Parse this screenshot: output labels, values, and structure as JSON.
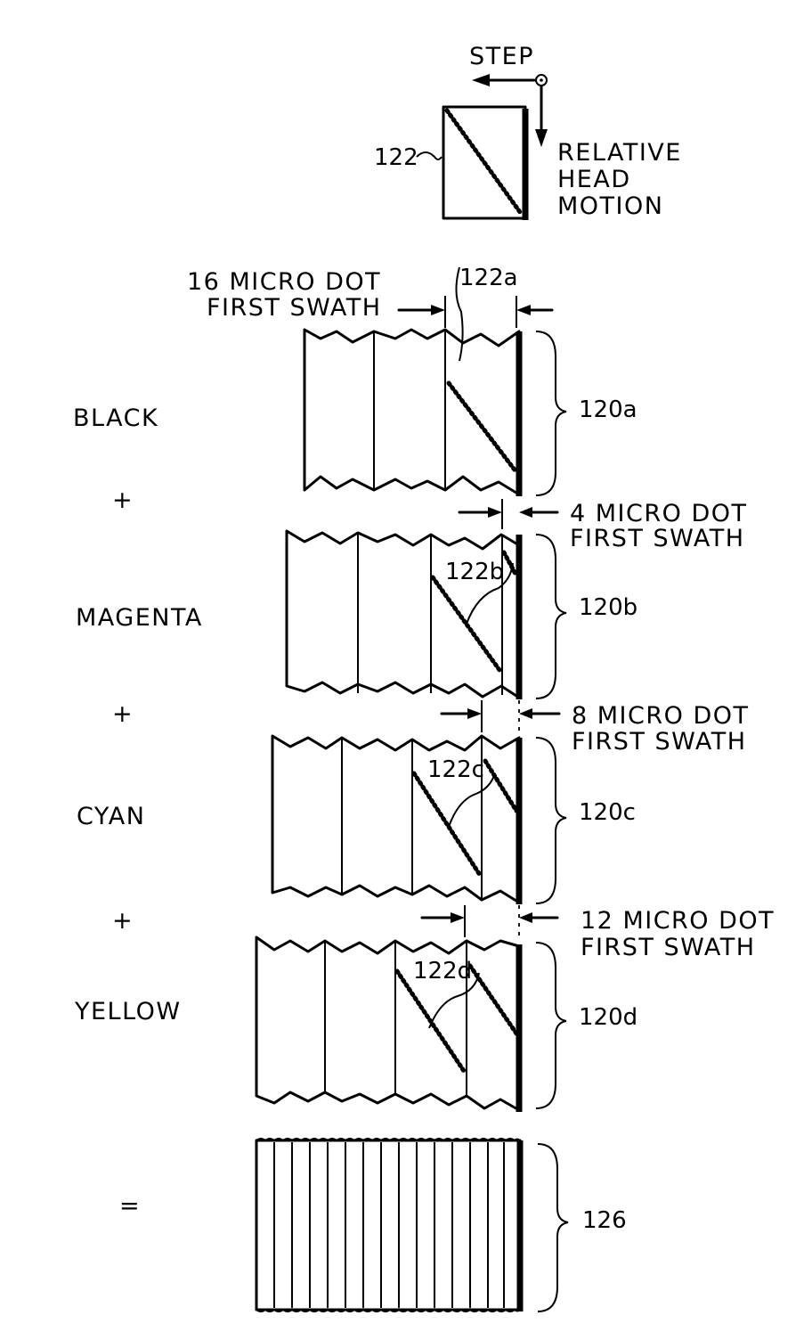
{
  "header": {
    "step_label": "STEP",
    "relative_head_motion_lines": [
      "RELATIVE",
      "HEAD",
      "MOTION"
    ],
    "head_ref": "122"
  },
  "swaths": [
    {
      "color_name": "BLACK",
      "sheet_ref": "120a",
      "swath_ref": "122a",
      "offset_lines": [
        "16 MICRO DOT",
        "FIRST SWATH"
      ]
    },
    {
      "color_name": "MAGENTA",
      "sheet_ref": "120b",
      "swath_ref": "122b",
      "offset_lines": [
        "4 MICRO DOT",
        "FIRST SWATH"
      ]
    },
    {
      "color_name": "CYAN",
      "sheet_ref": "120c",
      "swath_ref": "122c",
      "offset_lines": [
        "8 MICRO DOT",
        "FIRST SWATH"
      ]
    },
    {
      "color_name": "YELLOW",
      "sheet_ref": "120d",
      "swath_ref": "122d",
      "offset_lines": [
        "12 MICRO DOT",
        "FIRST SWATH"
      ]
    }
  ],
  "operators": [
    "+",
    "+",
    "+",
    "="
  ],
  "result": {
    "sheet_ref": "126"
  }
}
